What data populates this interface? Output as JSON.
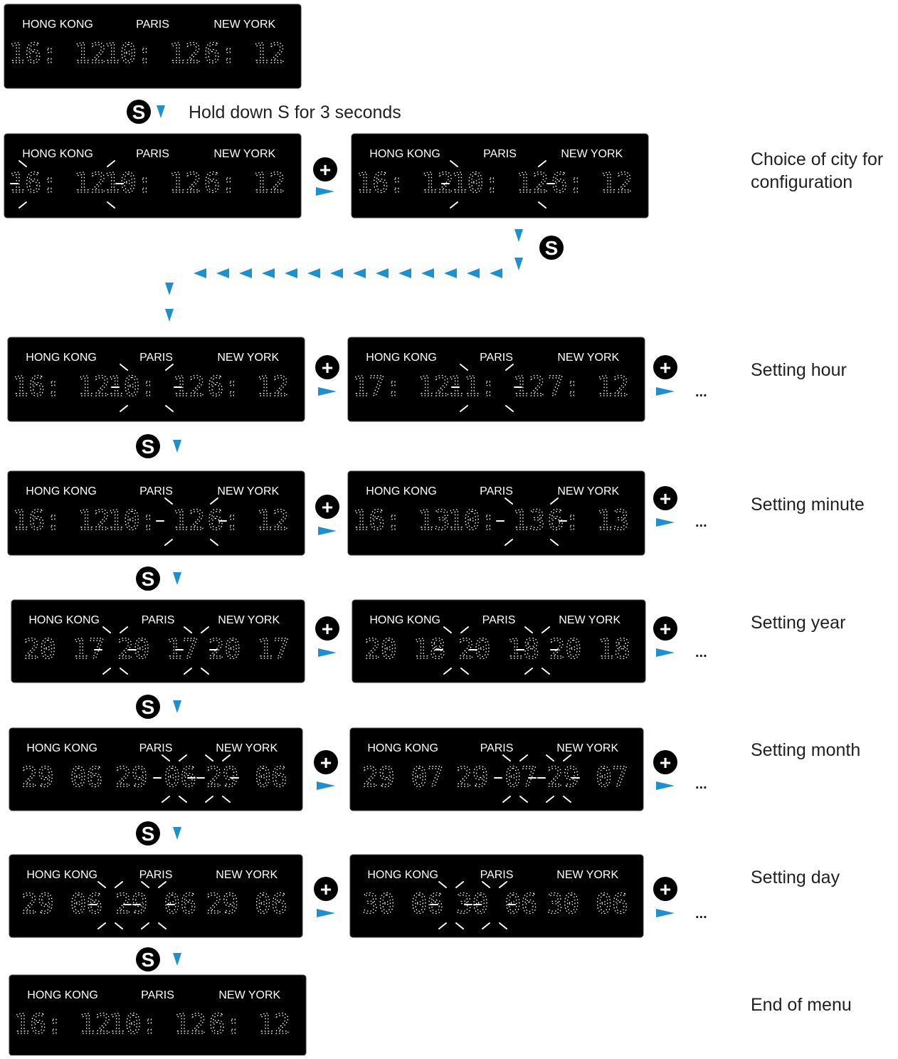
{
  "instruction": "Hold down S for 3 seconds",
  "cities": [
    "HONG KONG",
    "PARIS",
    "NEW YORK"
  ],
  "buttons": {
    "set": "S",
    "plus": "+"
  },
  "ellipsis": "...",
  "steps": [
    {
      "id": "start",
      "caption": "",
      "panels": [
        {
          "values": [
            "16: 12",
            "10: 12",
            "6: 12"
          ],
          "blink": null
        }
      ]
    },
    {
      "id": "city",
      "caption": "Choice of city for configuration",
      "panels": [
        {
          "values": [
            "16: 12",
            "10: 12",
            "6: 12"
          ],
          "blink": "city-0"
        },
        {
          "values": [
            "16: 12",
            "10: 12",
            "6: 12"
          ],
          "blink": "city-1"
        }
      ]
    },
    {
      "id": "hour",
      "caption": "Setting hour",
      "panels": [
        {
          "values": [
            "16: 12",
            "10: 12",
            "6: 12"
          ],
          "blink": "hour"
        },
        {
          "values": [
            "17: 12",
            "11: 12",
            "7: 12"
          ],
          "blink": "hour"
        }
      ]
    },
    {
      "id": "minute",
      "caption": "Setting minute",
      "panels": [
        {
          "values": [
            "16: 12",
            "10: 12",
            "6: 12"
          ],
          "blink": "minute"
        },
        {
          "values": [
            "16: 13",
            "10: 13",
            "6: 13"
          ],
          "blink": "minute"
        }
      ]
    },
    {
      "id": "year",
      "caption": "Setting year",
      "panels": [
        {
          "values": [
            "20 17",
            "20 17",
            "20 17"
          ],
          "blink": "year"
        },
        {
          "values": [
            "20 18",
            "20 18",
            "20 18"
          ],
          "blink": "year"
        }
      ]
    },
    {
      "id": "month",
      "caption": "Setting month",
      "panels": [
        {
          "values": [
            "29 06",
            "29 06",
            "29 06"
          ],
          "blink": "month"
        },
        {
          "values": [
            "29 07",
            "29 07",
            "29 07"
          ],
          "blink": "month"
        }
      ]
    },
    {
      "id": "day",
      "caption": "Setting day",
      "panels": [
        {
          "values": [
            "29 06",
            "29 06",
            "29 06"
          ],
          "blink": "day"
        },
        {
          "values": [
            "30 06",
            "30 06",
            "30 06"
          ],
          "blink": "day"
        }
      ]
    },
    {
      "id": "end",
      "caption": "End of menu",
      "panels": [
        {
          "values": [
            "16: 12",
            "10: 12",
            "6: 12"
          ],
          "blink": null
        }
      ]
    }
  ],
  "colors": {
    "panel": "#000000",
    "display": "#ffffff",
    "arrow": "#1f8fcf",
    "button": "#000000",
    "text": "#231f20"
  }
}
